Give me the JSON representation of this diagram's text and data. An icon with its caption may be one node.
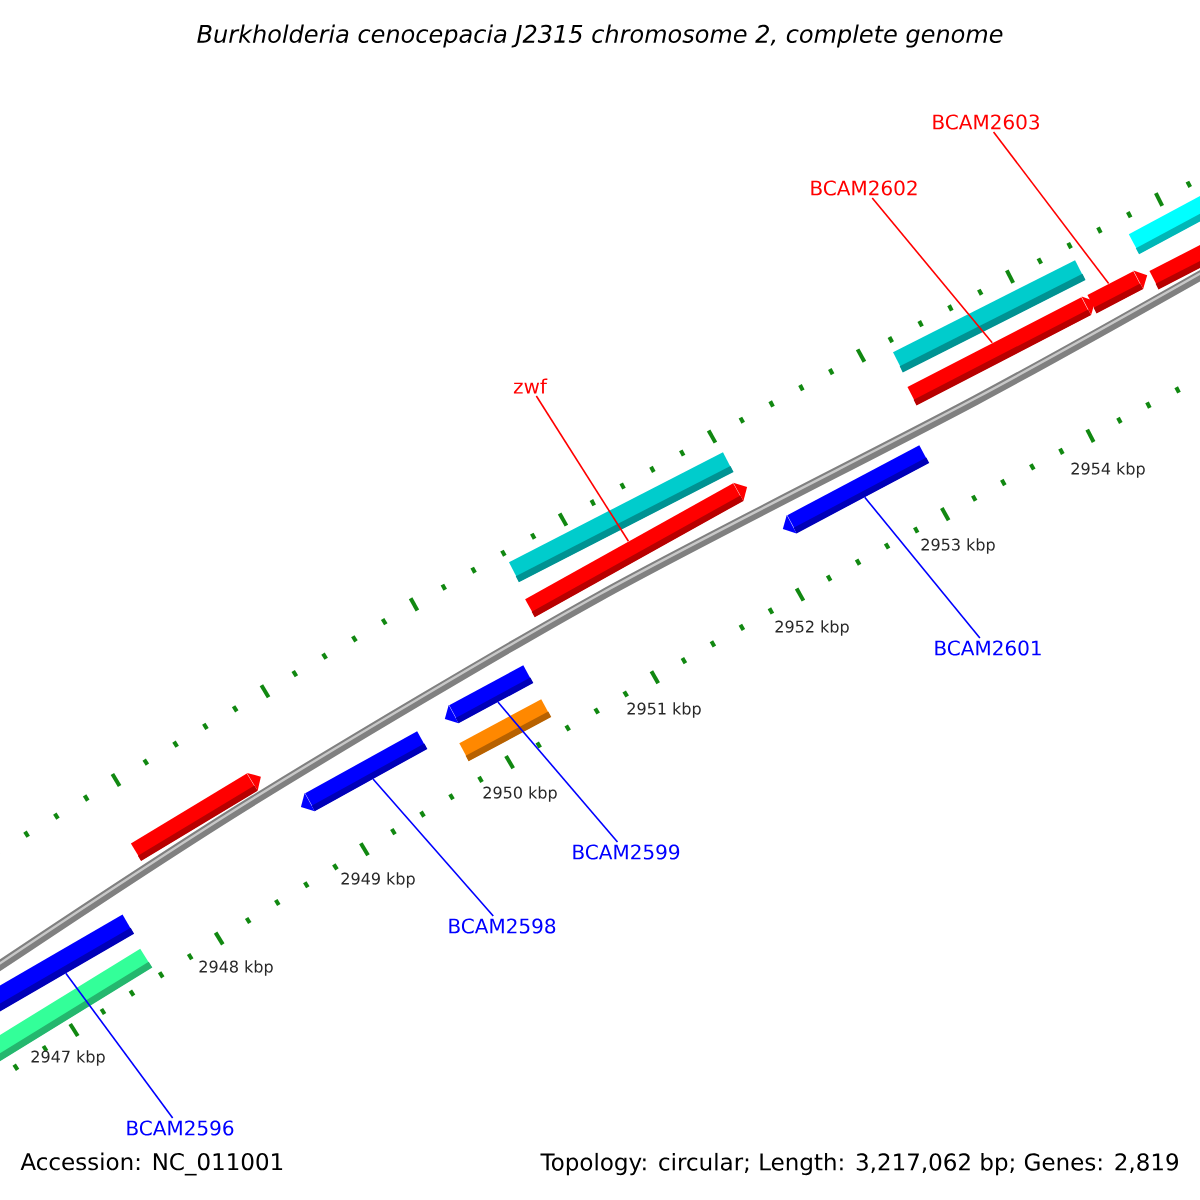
{
  "diagram": {
    "title": "Burkholderia cenocepacia J2315 chromosome 2, complete genome",
    "nodes": [
      {
        "text": [
          "BCAM2603"
        ]
      },
      {
        "text": [
          "BCAM2602"
        ]
      },
      {
        "text": [
          "zwf"
        ]
      },
      {
        "text": [
          "BCAM2601"
        ]
      },
      {
        "text": [
          "BCAM2599"
        ]
      },
      {
        "text": [
          "BCAM2598"
        ]
      },
      {
        "text": [
          "BCAM2596"
        ]
      },
      {
        "text": [],
        "shape": "bar"
      },
      {
        "text": [],
        "shape": "bar"
      },
      {
        "text": [],
        "shape": "bar"
      },
      {
        "text": [],
        "shape": "bar"
      },
      {
        "text": [],
        "shape": "bar"
      },
      {
        "text": [],
        "shape": "bar"
      },
      {
        "text": [],
        "shape": "bar"
      },
      {
        "text": [],
        "shape": "bar"
      },
      {
        "text": [],
        "shape": "bar"
      },
      {
        "text": [],
        "shape": "bar"
      },
      {
        "text": [],
        "shape": "bar"
      },
      {
        "text": [],
        "shape": "bar"
      },
      {
        "text": [],
        "shape": "bar"
      },
      {
        "text": [],
        "shape": "bar"
      }
    ],
    "edges": [
      {
        "from": 0,
        "to": 8,
        "arrow": "none",
        "color": "#ff0000"
      },
      {
        "from": 1,
        "to": 11,
        "arrow": "none",
        "color": "#ff0000"
      },
      {
        "from": 2,
        "to": 13,
        "arrow": "none",
        "color": "#ff0000"
      },
      {
        "from": 3,
        "to": 14,
        "arrow": "none",
        "color": "#0000ff"
      },
      {
        "from": 4,
        "to": 15,
        "arrow": "none",
        "color": "#0000ff"
      },
      {
        "from": 5,
        "to": 17,
        "arrow": "none",
        "color": "#0000ff"
      },
      {
        "from": 6,
        "to": 19,
        "arrow": "none",
        "color": "#0000ff"
      }
    ],
    "labels": [
      "2954 kbp",
      "2953 kbp",
      "2952 kbp",
      "2951 kbp",
      "2950 kbp",
      "2949 kbp",
      "2948 kbp",
      "2947 kbp",
      "Accession: NC_011001",
      "Topology: circular; Length: 3,217,062 bp; Genes: 2,819"
    ]
  }
}
